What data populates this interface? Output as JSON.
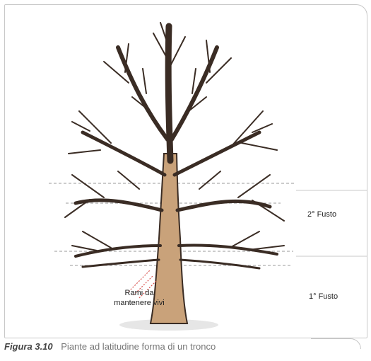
{
  "figure": {
    "labels": {
      "second_trunk": "2° Fusto",
      "first_trunk": "1° Fusto",
      "branches_line1": "Rami da",
      "branches_line2": "mantenere vivi"
    },
    "caption": {
      "number": "Figura 3.10",
      "text": "Piante ad latitudine forma di un tronco"
    },
    "colors": {
      "bark": "#3a2c24",
      "trunk": "#c9a27a",
      "guides": "#9a9a9a",
      "highlight": "#d9534f"
    }
  }
}
